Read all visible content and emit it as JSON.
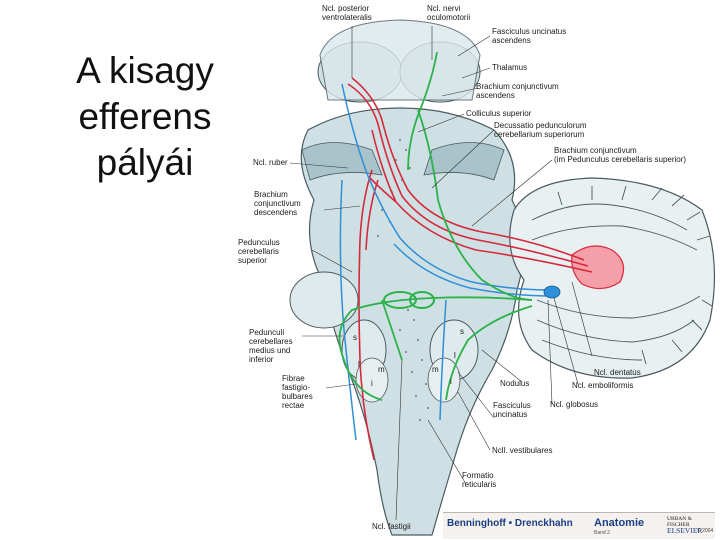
{
  "title_lines": [
    "A kisagy",
    "efferens",
    "pályái"
  ],
  "labels": {
    "ncl_posterior": "Ncl. posterior\nventrolateralis",
    "ncl_nervi": "Ncl. nervi\noculomotorii",
    "fasciculus_uncinatus_ascendens": "Fasciculus uncinatus\nascendens",
    "thalamus": "Thalamus",
    "brachium_conjunctivum_ascendens": "Brachium conjunctivum\nascendens",
    "colliculus_superior": "Colliculus superior",
    "decussatio": "Decussatio pedunculorum\ncerebellarium superiorum",
    "brachium_conjunctivum_im": "Brachium conjunctivum\n(im Pedunculus cerebellaris superior)",
    "ncl_ruber": "Ncl. ruber",
    "brachium_descendens": "Brachium\nconjunctivum\ndescendens",
    "pedunculus_superior": "Pedunculus\ncerebellaris\nsuperior",
    "pedunculi_medius": "Pedunculi\ncerebellares\nmedius und\ninferior",
    "fibrae": "Fibrae\nfastigio-\nbulbares\nrectae",
    "ncl_dentatus": "Ncl. dentatus",
    "nodulus": "Nodulus",
    "ncl_emboliformis": "Ncl. emboliformis",
    "fasciculus_uncinatus": "Fasciculus\nuncinatus",
    "ncl_globosus": "Ncl. globosus",
    "ncl_vestibulares": "Ncll. vestibulares",
    "formatio_reticularis": "Formatio\nreticularis",
    "ncl_fastigii": "Ncl. fastigii"
  },
  "nucleus_letters": [
    "s",
    "l",
    "m",
    "i",
    "s",
    "l",
    "m",
    "i"
  ],
  "credit": {
    "brand": "Benninghoff • Drenckhahn",
    "series": "Anatomie",
    "volume": "Band 2",
    "publisher_top": "URBAN & FISCHER",
    "publisher": "ELSEVIER",
    "copyright": "© 2004"
  },
  "colors": {
    "tissue": "#cfe0e4",
    "tissue_dark": "#9fbcc4",
    "outline": "#4a5a60",
    "red_path": "#d42a3c",
    "green_path": "#2bb24a",
    "blue_path": "#2f8fd8",
    "dentate_highlight": "#f5a0a8"
  }
}
